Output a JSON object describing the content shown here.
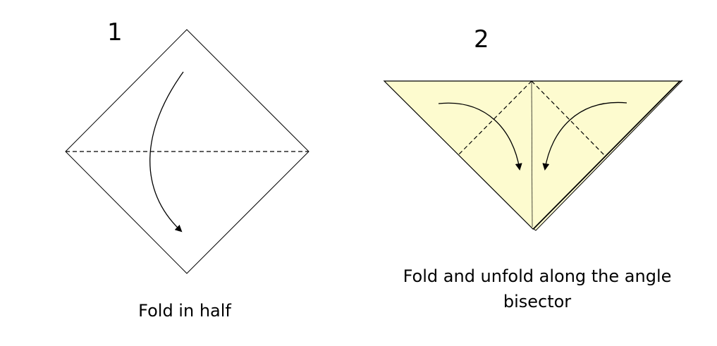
{
  "steps": [
    {
      "number": "1",
      "caption": "Fold in half"
    },
    {
      "number": "2",
      "caption": "Fold and unfold along the angle bisector"
    }
  ],
  "colors": {
    "paper_back": "#ffffff",
    "paper_front": "#fdfbcf",
    "line": "#000000"
  }
}
